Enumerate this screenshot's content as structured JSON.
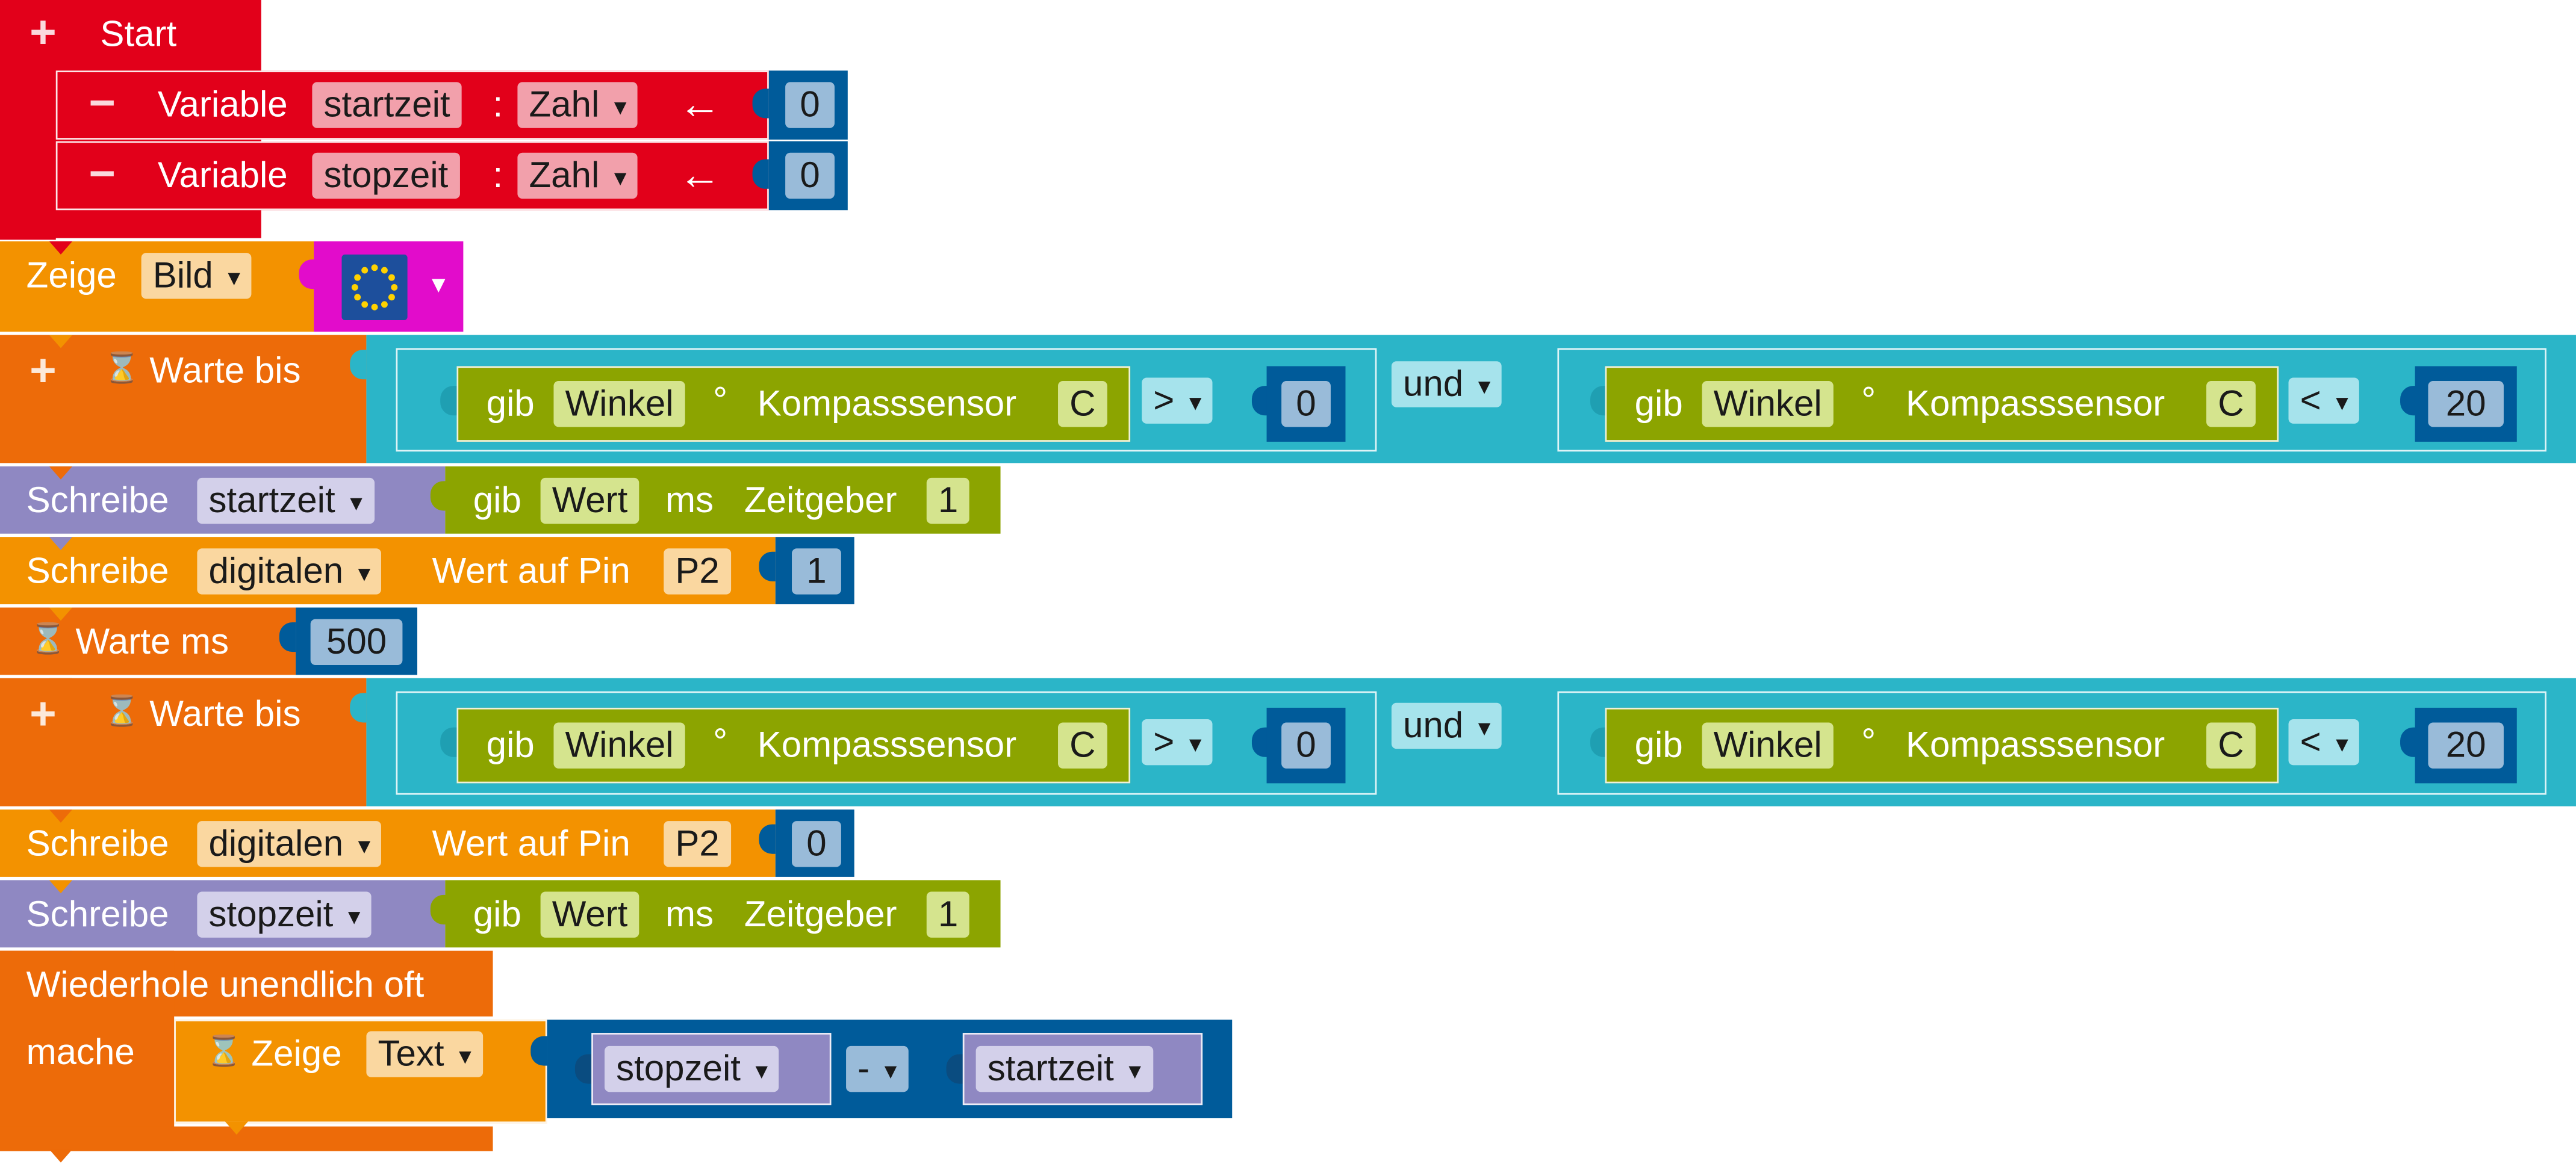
{
  "start": {
    "label": "Start",
    "var1": {
      "keyword": "Variable",
      "name": "startzeit",
      "colon": ":",
      "type": "Zahl",
      "arrow": "←",
      "value": "0"
    },
    "var2": {
      "keyword": "Variable",
      "name": "stopzeit",
      "colon": ":",
      "type": "Zahl",
      "arrow": "←",
      "value": "0"
    }
  },
  "show_image": {
    "keyword": "Zeige",
    "type": "Bild"
  },
  "wait_until_1": {
    "label": "Warte bis",
    "left": {
      "gib": "gib",
      "field": "Winkel",
      "unit": "°",
      "sensor": "Kompasssensor",
      "port": "C",
      "op": ">",
      "value": "0"
    },
    "combine": "und",
    "right": {
      "gib": "gib",
      "field": "Winkel",
      "unit": "°",
      "sensor": "Kompasssensor",
      "port": "C",
      "op": "<",
      "value": "20"
    }
  },
  "write_start": {
    "keyword": "Schreibe",
    "var": "startzeit",
    "gib": "gib",
    "field": "Wert",
    "unit": "ms",
    "timer": "Zeitgeber",
    "timer_no": "1"
  },
  "write_pin_1": {
    "keyword": "Schreibe",
    "mode": "digitalen",
    "text": "Wert auf Pin",
    "pin": "P2",
    "value": "1"
  },
  "wait_ms": {
    "label": "Warte ms",
    "value": "500"
  },
  "wait_until_2": {
    "label": "Warte bis",
    "left": {
      "gib": "gib",
      "field": "Winkel",
      "unit": "°",
      "sensor": "Kompasssensor",
      "port": "C",
      "op": ">",
      "value": "0"
    },
    "combine": "und",
    "right": {
      "gib": "gib",
      "field": "Winkel",
      "unit": "°",
      "sensor": "Kompasssensor",
      "port": "C",
      "op": "<",
      "value": "20"
    }
  },
  "write_pin_2": {
    "keyword": "Schreibe",
    "mode": "digitalen",
    "text": "Wert auf Pin",
    "pin": "P2",
    "value": "0"
  },
  "write_stop": {
    "keyword": "Schreibe",
    "var": "stopzeit",
    "gib": "gib",
    "field": "Wert",
    "unit": "ms",
    "timer": "Zeitgeber",
    "timer_no": "1"
  },
  "loop": {
    "label": "Wiederhole unendlich oft",
    "do": "mache",
    "show_text": {
      "keyword": "Zeige",
      "type": "Text",
      "left": "stopzeit",
      "op": "-",
      "right": "startzeit"
    }
  },
  "colors": {
    "red": "#e2001a",
    "navy": "#005b9a",
    "orange": "#ed6b09",
    "orange_light": "#f39200",
    "purple": "#8f88c2",
    "green": "#8ca400",
    "teal": "#2bb5c8",
    "magenta": "#e20ccb"
  }
}
